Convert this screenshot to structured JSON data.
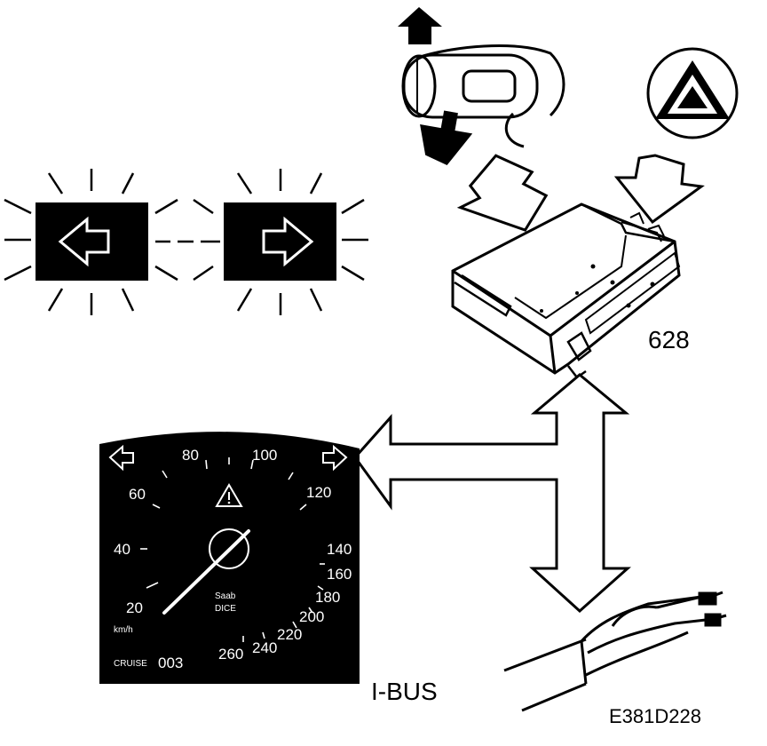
{
  "labels": {
    "module": "628",
    "bus": "I-BUS",
    "figure_code": "E381D228"
  },
  "gauge": {
    "speed_marks": [
      "20",
      "40",
      "60",
      "80",
      "100",
      "120",
      "140",
      "160",
      "180",
      "200",
      "220",
      "240",
      "260"
    ],
    "unit": "km/h",
    "odometer_prefix": "CRUISE",
    "odometer": "003",
    "brand_line1": "Saab",
    "brand_line2": "DICE"
  },
  "icons": [
    "left-turn-indicator-icon",
    "right-turn-indicator-icon",
    "hazard-warning-icon",
    "stalk-switch-icon",
    "hazard-module-icon",
    "wiring-harness-icon"
  ],
  "colors": {
    "ink": "#000000",
    "paper": "#ffffff"
  }
}
